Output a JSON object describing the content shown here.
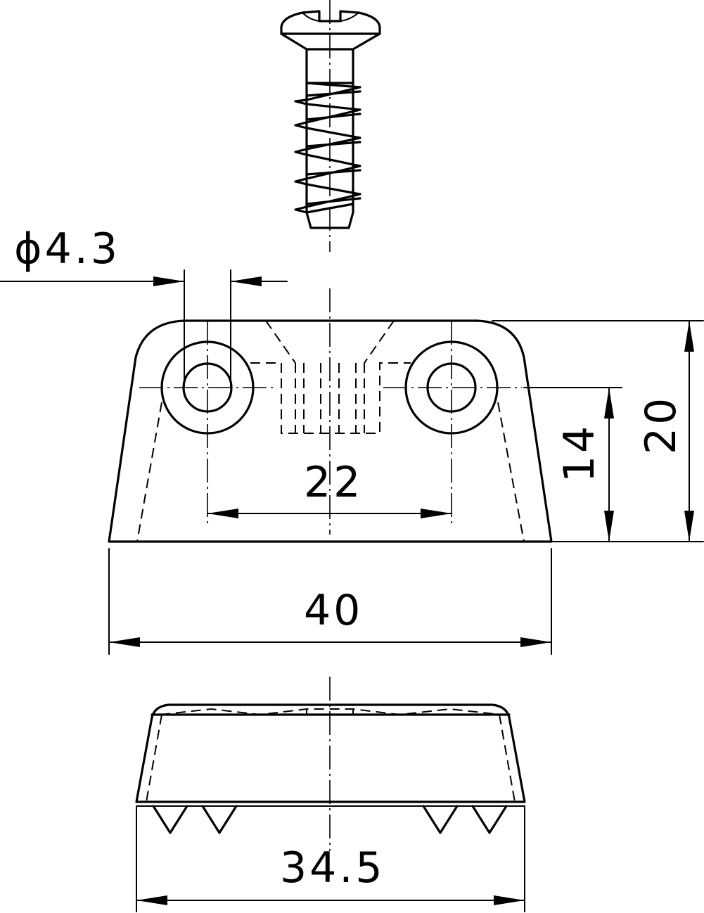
{
  "dimensions": {
    "hole_diameter": "ϕ4.3",
    "hole_spacing": "22",
    "hole_height": "14",
    "total_height": "20",
    "base_width": "40",
    "bottom_width": "34.5"
  }
}
